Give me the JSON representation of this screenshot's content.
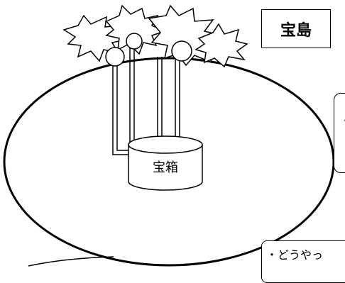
{
  "diagram": {
    "title": "宝島",
    "chest_label": "宝箱",
    "note_right_mark": "・",
    "note_bottom_text": "・どうやっ"
  },
  "icons": {
    "island": "island-ellipse",
    "trees": "palm-tree-icons",
    "chest": "treasure-chest-cylinder"
  }
}
